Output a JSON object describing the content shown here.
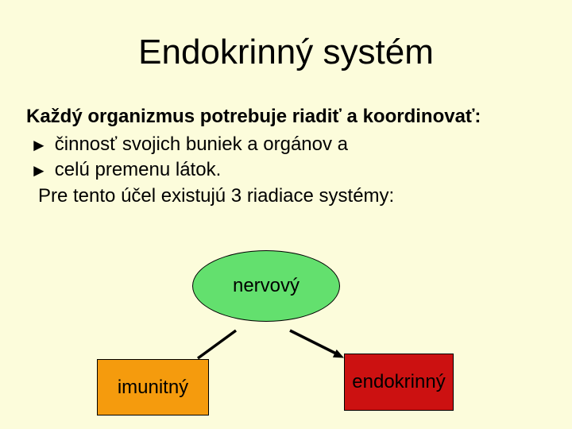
{
  "slide": {
    "title": "Endokrinný systém",
    "intro": "Každý organizmus potrebuje riadiť a koordinovať:",
    "bullets": [
      {
        "marker": "►",
        "text": "činnosť svojich buniek a orgánov a"
      },
      {
        "marker": "►",
        "text": "celú premenu látok."
      }
    ],
    "conclusion": "Pre tento účel existujú 3 riadiace systémy:",
    "diagram": {
      "nodes": [
        {
          "id": "nervovy",
          "label": "nervový",
          "shape": "ellipse",
          "fill": "#63E06E",
          "border": "#000000"
        },
        {
          "id": "imunitny",
          "label": "imunitný",
          "shape": "rect",
          "fill": "#F59B0D",
          "border": "#000000"
        },
        {
          "id": "endokrinny",
          "label": "endokrinný",
          "shape": "rect",
          "fill": "#CC1111",
          "border": "#000000"
        }
      ],
      "edges": [
        {
          "from": "nervovy",
          "to": "imunitny",
          "arrowhead": false
        },
        {
          "from": "nervovy",
          "to": "endokrinny",
          "arrowhead": true
        }
      ]
    },
    "colors": {
      "background": "#FCFCDB",
      "text": "#000000"
    }
  }
}
